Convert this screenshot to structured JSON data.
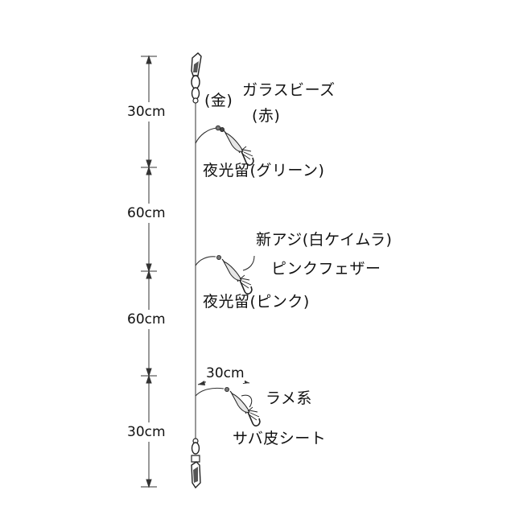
{
  "dimensions": {
    "seg1": "30cm",
    "seg2": "60cm",
    "seg3": "60cm",
    "seg4": "30cm",
    "branch_length": "30cm"
  },
  "labels": {
    "gold": "(金)",
    "glass_beads": "ガラスビーズ",
    "red": "(赤)",
    "glow_green": "夜光留(グリーン)",
    "shin_aji": "新アジ(白ケイムラ)",
    "pink_feather": "ピンクフェザー",
    "glow_pink": "夜光留(ピンク)",
    "lame": "ラメ系",
    "mackerel_skin": "サバ皮シート"
  }
}
